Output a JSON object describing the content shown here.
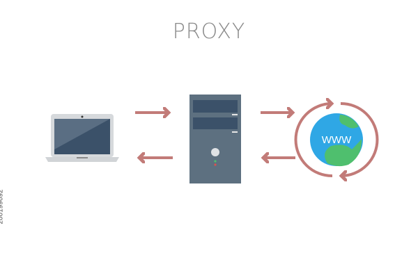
{
  "title": "PROXY",
  "side_id": "200199692",
  "globe_label": "WWW",
  "colors": {
    "arrow": "#c27b78",
    "server": "#5d7080",
    "screen": "#3b5169",
    "ocean": "#2fa7e5",
    "land": "#4fbf6e",
    "laptop_body": "#d6d9dc"
  },
  "nodes": [
    "laptop-icon",
    "server-icon",
    "globe-icon"
  ]
}
